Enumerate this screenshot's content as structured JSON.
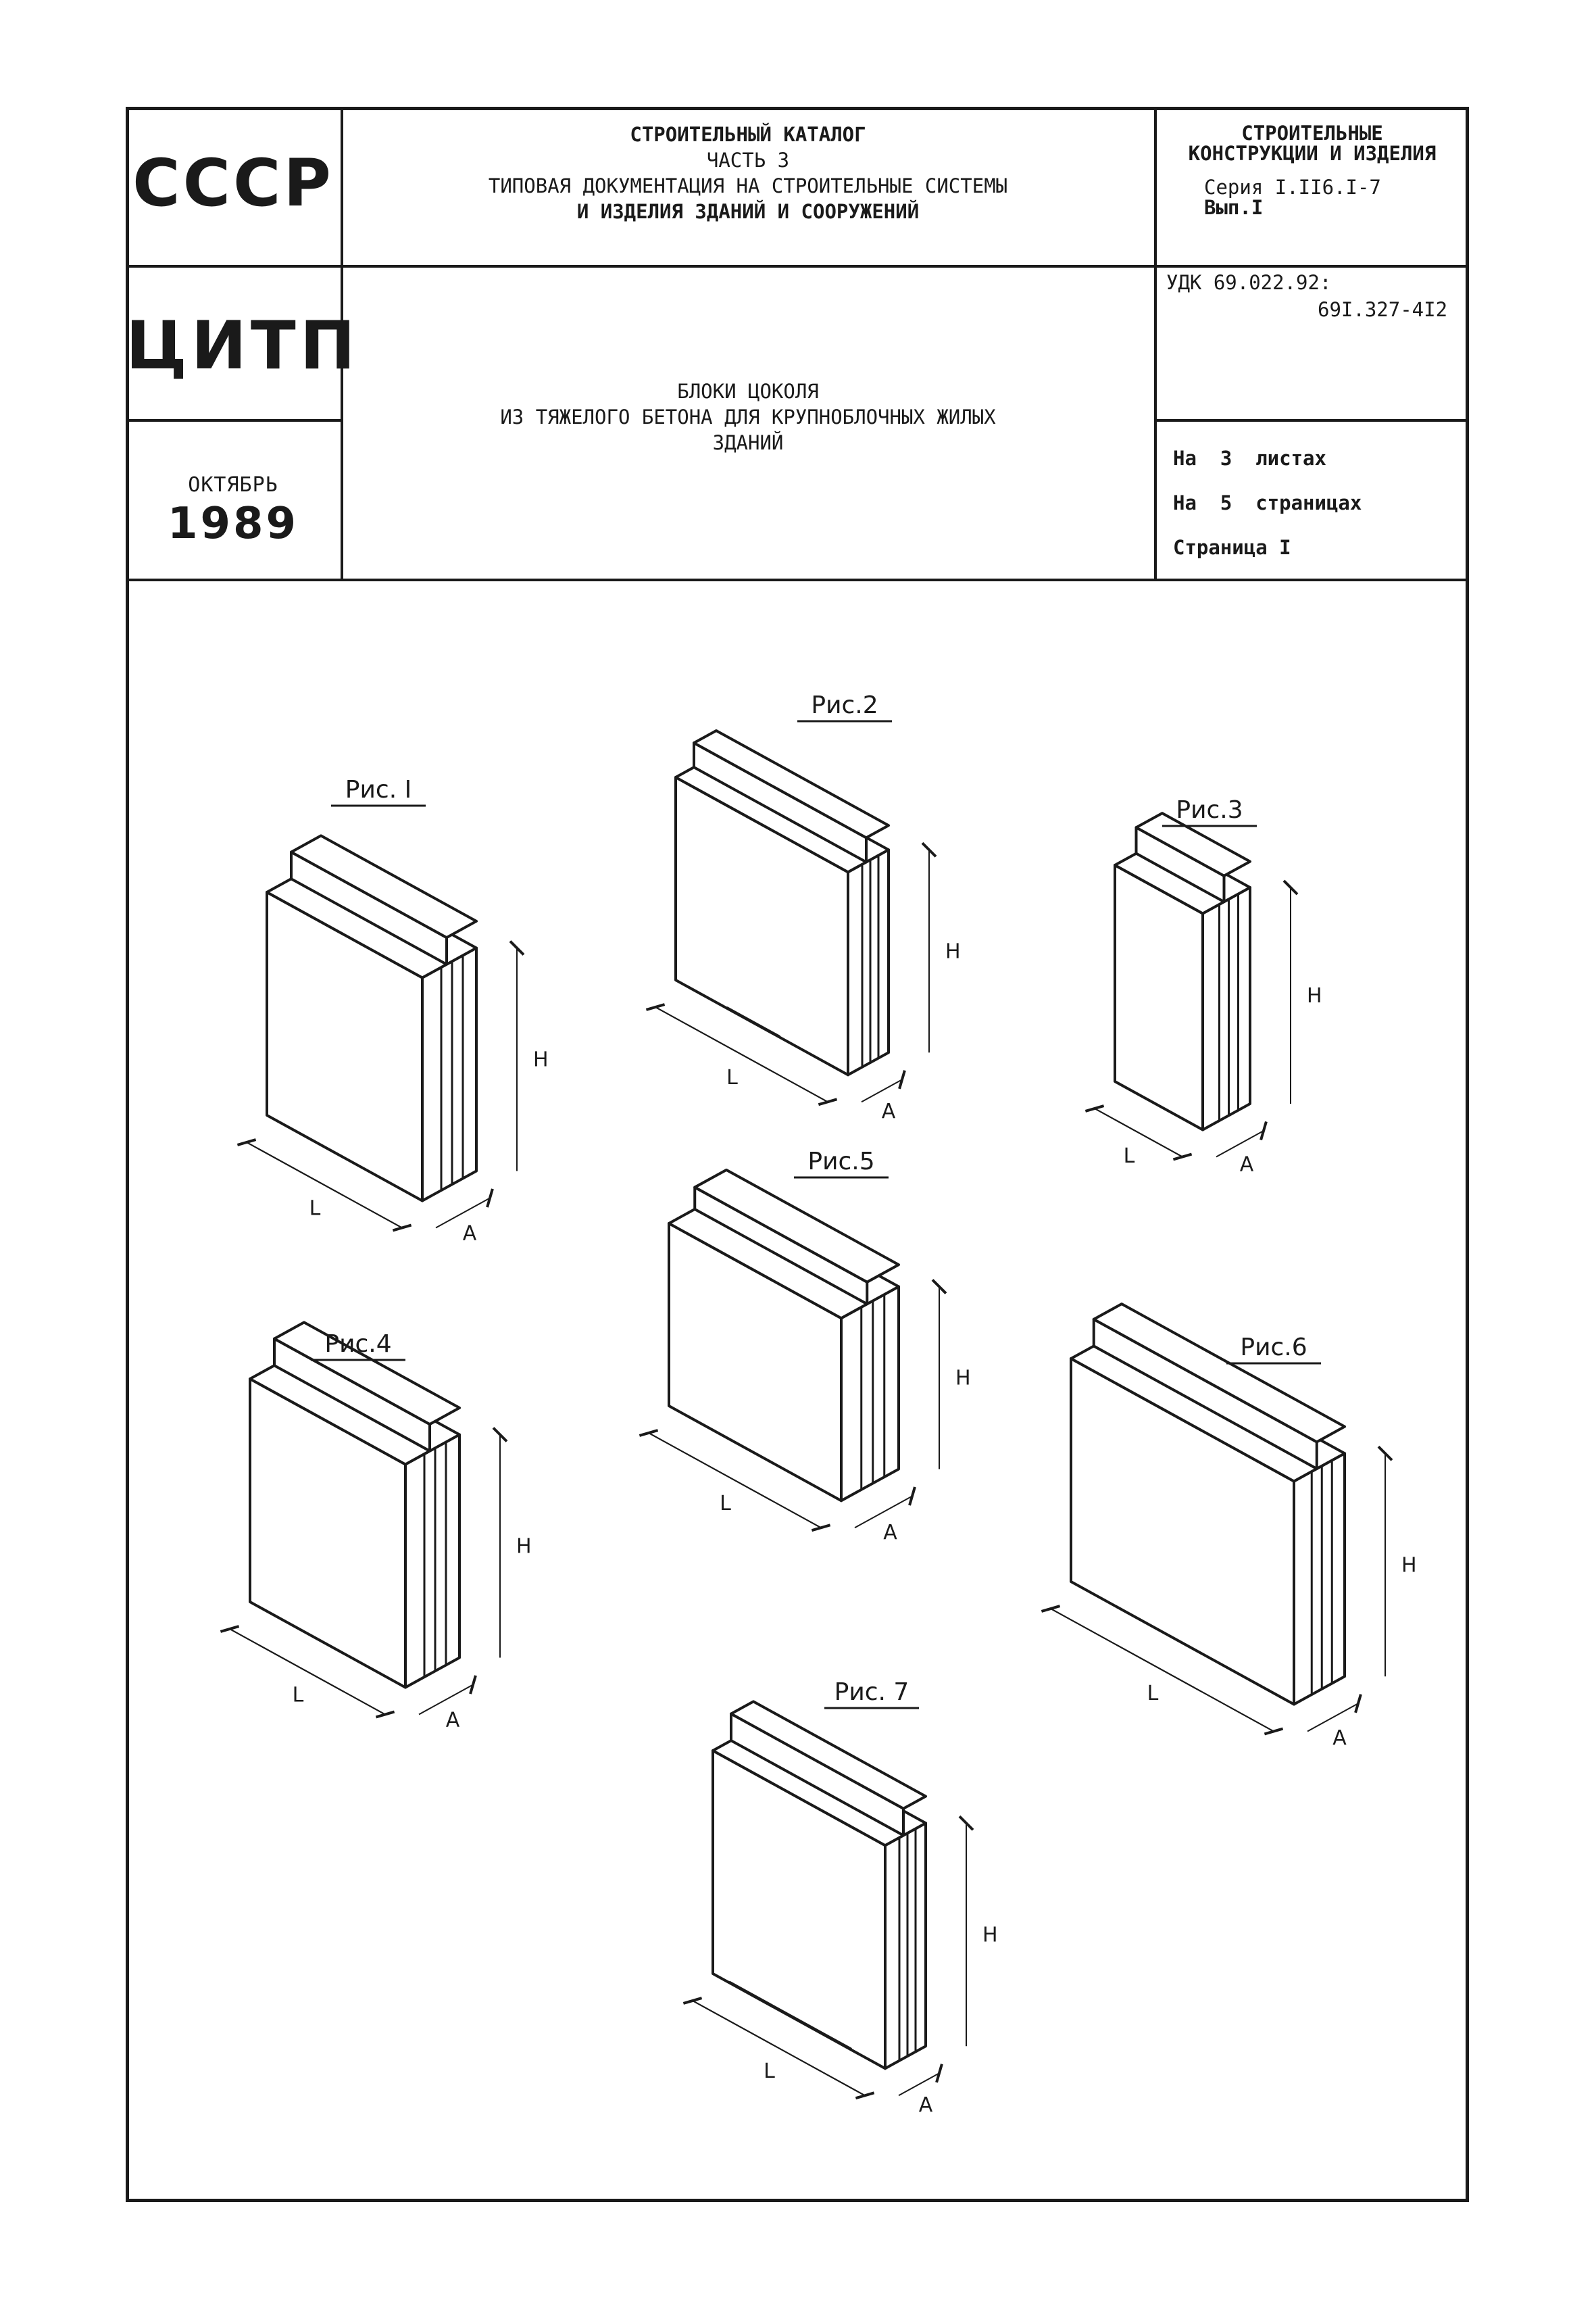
{
  "stamp": {
    "country": "СССР",
    "org": "ЦИТП",
    "month": "ОКТЯБРЬ",
    "year": "1989"
  },
  "header": {
    "catalog_lines": [
      "СТРОИТЕЛЬНЫЙ КАТАЛОГ",
      "ЧАСТЬ 3",
      "ТИПОВАЯ ДОКУМЕНТАЦИЯ НА СТРОИТЕЛЬНЫЕ СИСТЕМЫ",
      "И ИЗДЕЛИЯ ЗДАНИЙ И СООРУЖЕНИЙ"
    ],
    "section_lines": [
      "СТРОИТЕЛЬНЫЕ",
      "КОНСТРУКЦИИ И ИЗДЕЛИЯ"
    ],
    "series": "Серия I.II6.I-7",
    "issue": "Вып.I",
    "udk_line1": "УДК 69.022.92:",
    "udk_line2": "69I.327-4I2",
    "title_lines": [
      "БЛОКИ ЦОКОЛЯ",
      "ИЗ ТЯЖЕЛОГО БЕТОНА ДЛЯ КРУПНОБЛОЧНЫХ ЖИЛЫХ",
      "ЗДАНИЙ"
    ],
    "sheets": "На  3  листах",
    "pages": "На  5  страницах",
    "page": "Страница I"
  },
  "figures": [
    {
      "label": "Рис. I",
      "dims": {
        "length": "L",
        "height": "H",
        "width": "A"
      }
    },
    {
      "label": "Рис.2",
      "dims": {
        "length": "L",
        "height": "H",
        "width": "A"
      }
    },
    {
      "label": "Рис.3",
      "dims": {
        "length": "L",
        "height": "H",
        "width": "A"
      }
    },
    {
      "label": "Рис.4",
      "dims": {
        "length": "L",
        "height": "H",
        "width": "A"
      }
    },
    {
      "label": "Рис.5",
      "dims": {
        "length": "L",
        "height": "H",
        "width": "A"
      }
    },
    {
      "label": "Рис.6",
      "dims": {
        "length": "L",
        "height": "H",
        "width": "A"
      }
    },
    {
      "label": "Рис. 7",
      "dims": {
        "length": "L",
        "height": "H",
        "width": "A"
      }
    }
  ],
  "colors": {
    "ink": "#1a1a1a",
    "paper": "#ffffff"
  }
}
